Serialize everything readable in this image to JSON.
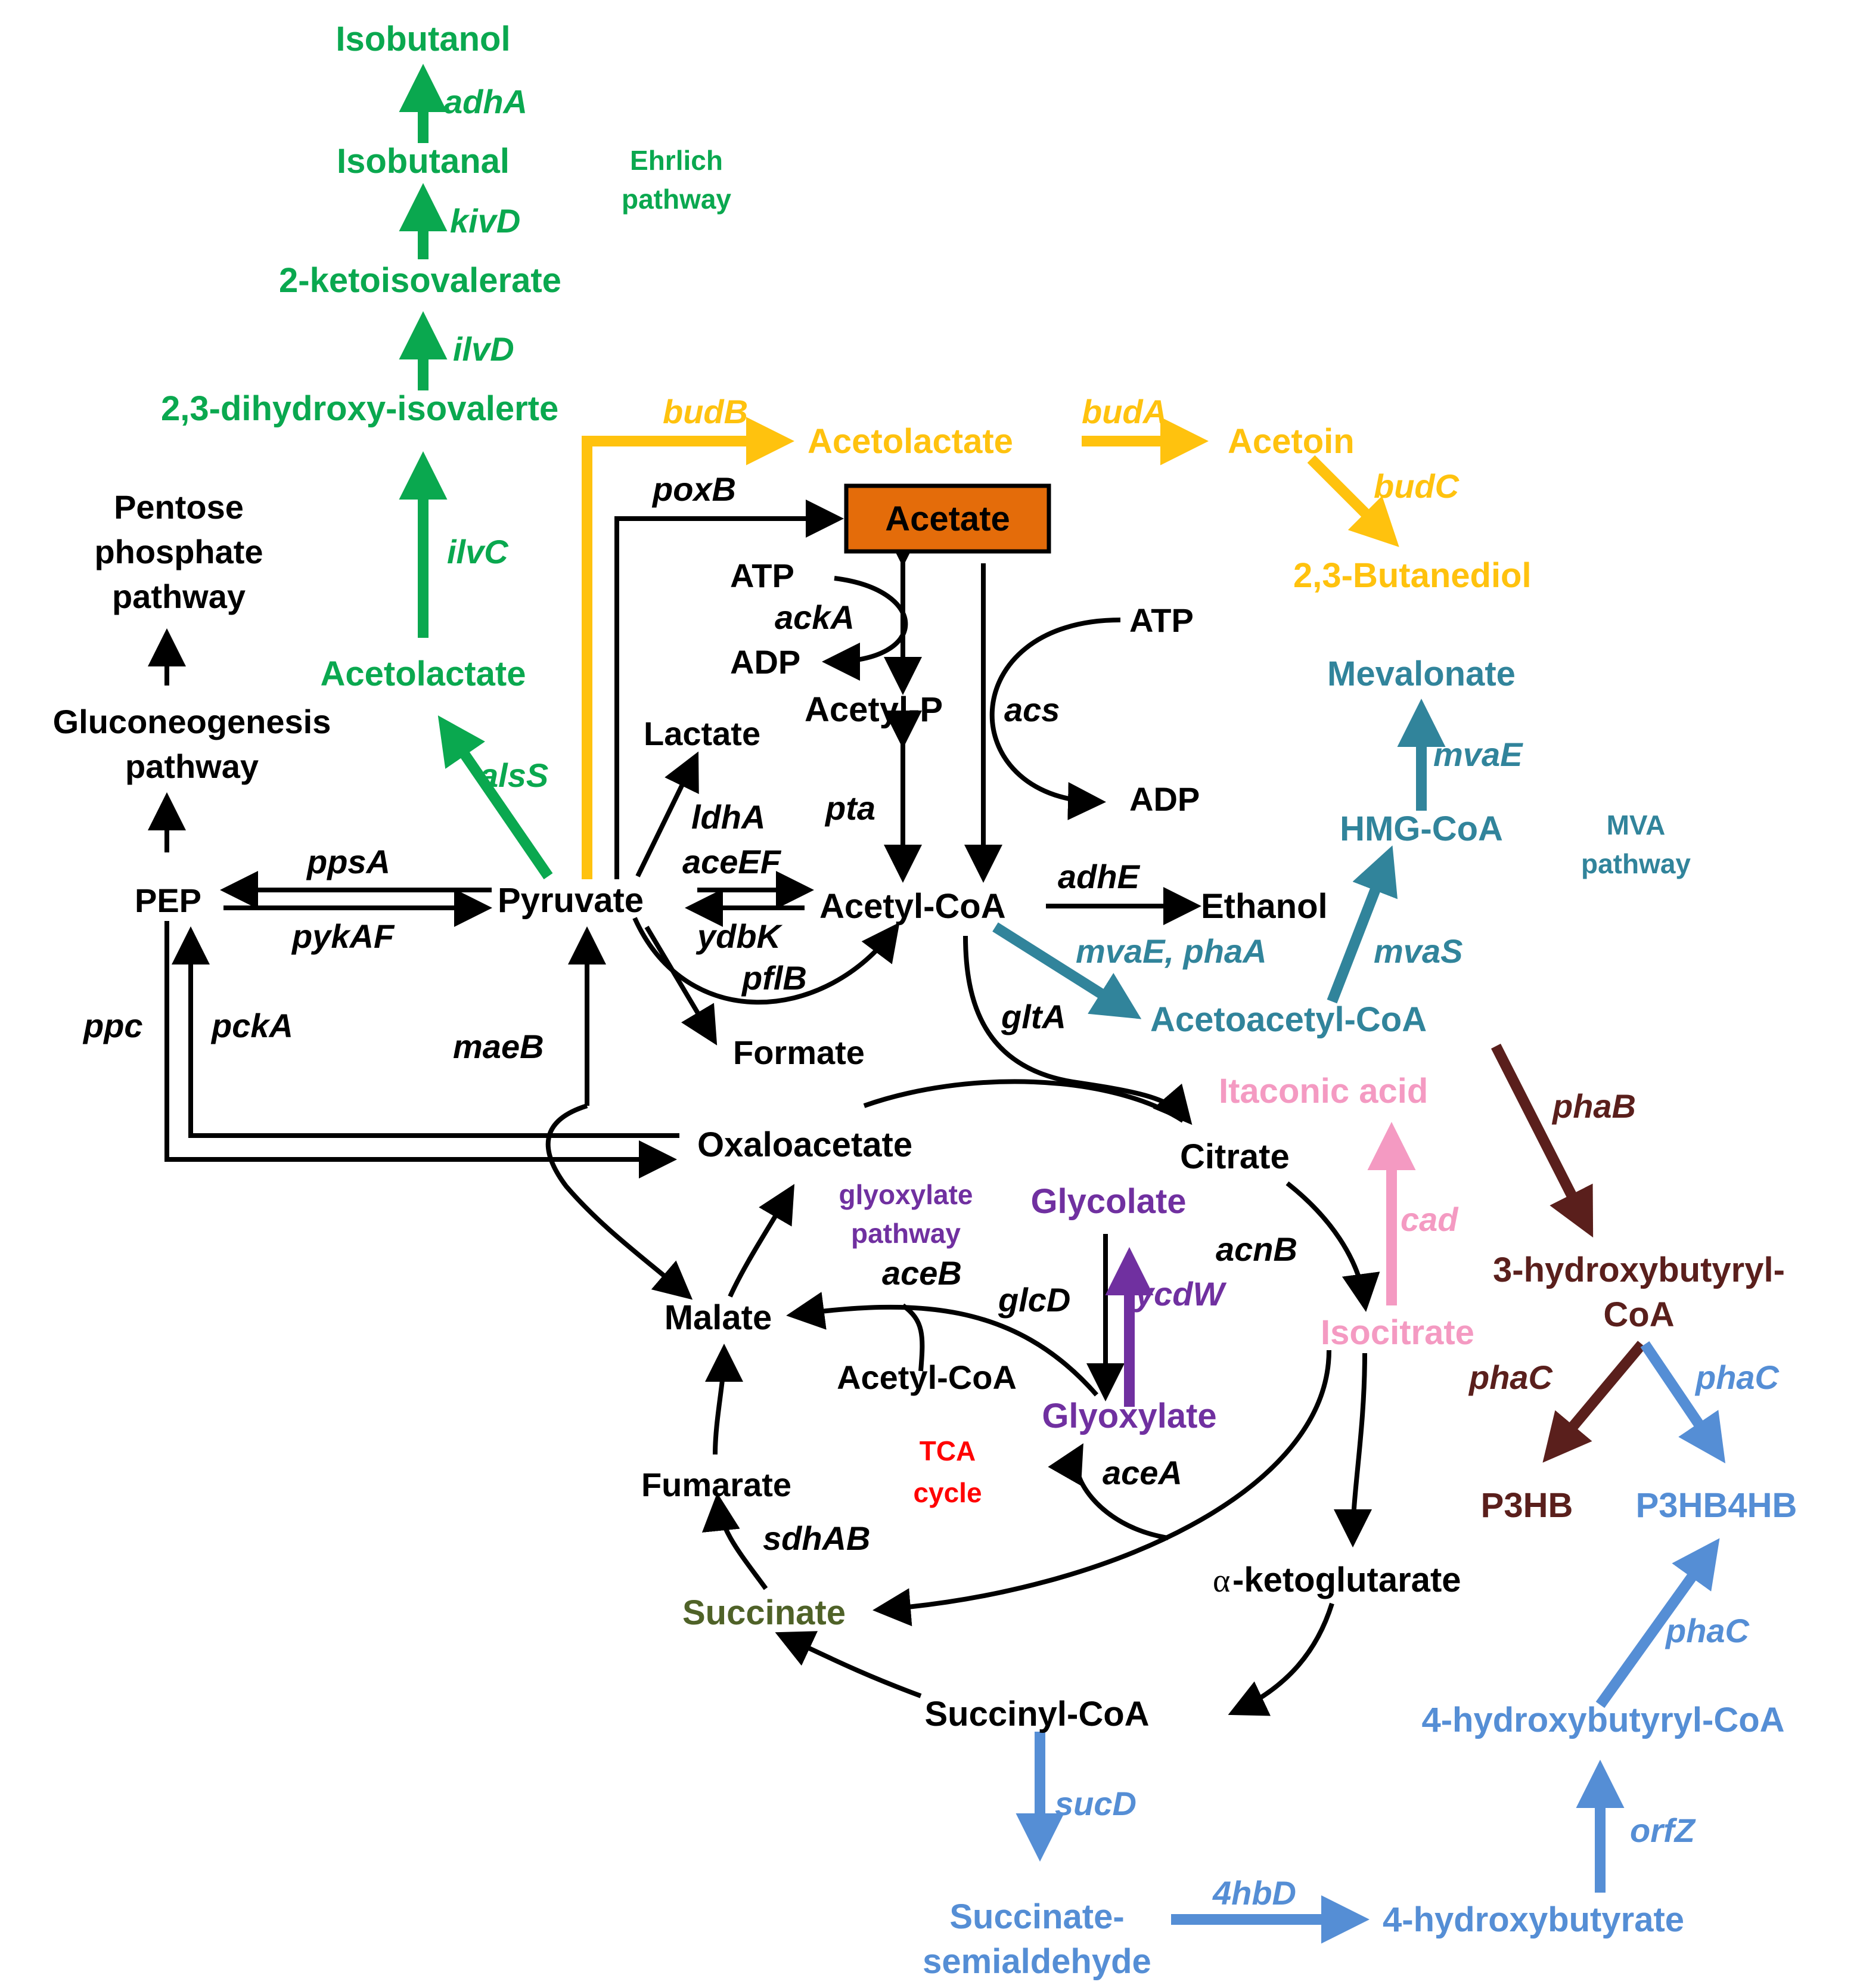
{
  "colors": {
    "black": "#000000",
    "green": "#0aa84f",
    "yellow": "#ffc20e",
    "orange": "#e46c0a",
    "teal": "#31849b",
    "pink": "#f49ac2",
    "brown": "#5a1f1c",
    "blue": "#558ed5",
    "purple": "#7030a0",
    "red": "#ff0000",
    "olive": "#4f6228"
  },
  "labels": {
    "isobutanol": "Isobutanol",
    "adhA": "adhA",
    "isobutanal": "Isobutanal",
    "ehrlich1": "Ehrlich",
    "ehrlich2": "pathway",
    "kivD": "kivD",
    "ketoisovalerate": "2-ketoisovalerate",
    "ilvD": "ilvD",
    "dihydroxy": "2,3-dihydroxy-isovalerte",
    "ilvC": "ilvC",
    "acetolactate_green": "Acetolactate",
    "alsS": "alsS",
    "budB": "budB",
    "acetolactate_yellow": "Acetolactate",
    "budA": "budA",
    "acetoin": "Acetoin",
    "budC": "budC",
    "butanediol": "2,3-Butanediol",
    "pentose1": "Pentose",
    "pentose2": "phosphate",
    "pentose3": "pathway",
    "gluconeo1": "Gluconeogenesis",
    "gluconeo2": "pathway",
    "pep": "PEP",
    "ppsA": "ppsA",
    "pykAF": "pykAF",
    "pyruvate": "Pyruvate",
    "ppc": "ppc",
    "pckA": "pckA",
    "maeB": "maeB",
    "poxB": "poxB",
    "acetate": "Acetate",
    "atp1": "ATP",
    "ackA": "ackA",
    "adp1": "ADP",
    "acetylP": "Acetyl-P",
    "lactate": "Lactate",
    "ldhA": "ldhA",
    "aceEF": "aceEF",
    "pta": "pta",
    "ydbK": "ydbK",
    "pflB": "pflB",
    "acetylCoA": "Acetyl-CoA",
    "formate": "Formate",
    "atp2": "ATP",
    "acs": "acs",
    "adp2": "ADP",
    "adhE": "adhE",
    "ethanol": "Ethanol",
    "mevalonate": "Mevalonate",
    "mvaE": "mvaE",
    "hmgCoA": "HMG-CoA",
    "mva1": "MVA",
    "mva2": "pathway",
    "mvaE_phaA": "mvaE, phaA",
    "mvaS": "mvaS",
    "acetoacetylCoA": "Acetoacetyl-CoA",
    "gltA": "gltA",
    "oxaloacetate": "Oxaloacetate",
    "citrate": "Citrate",
    "itaconic": "Itaconic acid",
    "phaB": "phaB",
    "glyox1": "glyoxylate",
    "glyox2": "pathway",
    "glycolate": "Glycolate",
    "acnB": "acnB",
    "cad": "cad",
    "hbCoA1": "3-hydroxybutyryl-",
    "hbCoA2": "CoA",
    "aceB": "aceB",
    "glcD": "glcD",
    "ycdW": "ycdW",
    "malate": "Malate",
    "isocitrate": "Isocitrate",
    "acetylCoA2": "Acetyl-CoA",
    "glyoxylate": "Glyoxylate",
    "phaC1": "phaC",
    "phaC2": "phaC",
    "tca1": "TCA",
    "tca2": "cycle",
    "fumarate": "Fumarate",
    "aceA": "aceA",
    "p3hb": "P3HB",
    "p3hb4hb": "P3HB4HB",
    "sdhAB": "sdhAB",
    "akg_alpha": "α",
    "akg": "-ketoglutarate",
    "succinate": "Succinate",
    "phaC3": "phaC",
    "succinylCoA": "Succinyl-CoA",
    "hbCoA4": "4-hydroxybutyryl-CoA",
    "sucD": "sucD",
    "orfZ": "orfZ",
    "ssa1": "Succinate-",
    "ssa2": "semialdehyde",
    "hbdD": "4hbD",
    "hb4": "4-hydroxybutyrate"
  }
}
